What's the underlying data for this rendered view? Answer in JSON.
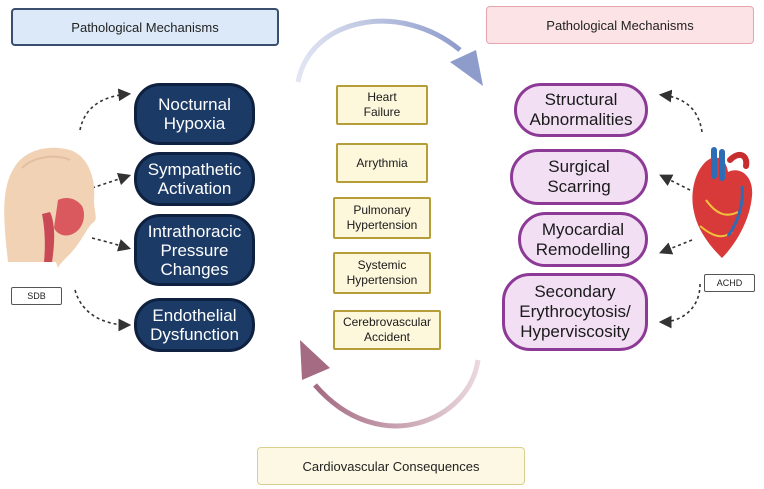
{
  "headers": {
    "left": "Pathological Mechanisms",
    "right": "Pathological Mechanisms",
    "bottom": "Cardiovascular Consequences"
  },
  "sdb_mechanisms": [
    "Nocturnal\nHypoxia",
    "Sympathetic\nActivation",
    "Intrathoracic\nPressure\nChanges",
    "Endothelial\nDysfunction"
  ],
  "achd_mechanisms": [
    "Structural\nAbnormalities",
    "Surgical\nScarring",
    "Myocardial\nRemodelling",
    "Secondary\nErythrocytosis/\nHyperviscosity"
  ],
  "consequences": [
    "Heart\nFailure",
    "Arrythmia",
    "Pulmonary\nHypertension",
    "Systemic\nHypertension",
    "Cerebrovascular\nAccident"
  ],
  "labels": {
    "sdb": "SDB",
    "achd": "ACHD"
  },
  "colors": {
    "sdb_fill": "#1b3a66",
    "achd_fill": "#f2dff4",
    "achd_border": "#8d3a97",
    "top_arrow": "#9aa6cf",
    "bottom_arrow": "#b07a8e"
  },
  "icons": [
    "head-airway-icon",
    "heart-icon"
  ]
}
